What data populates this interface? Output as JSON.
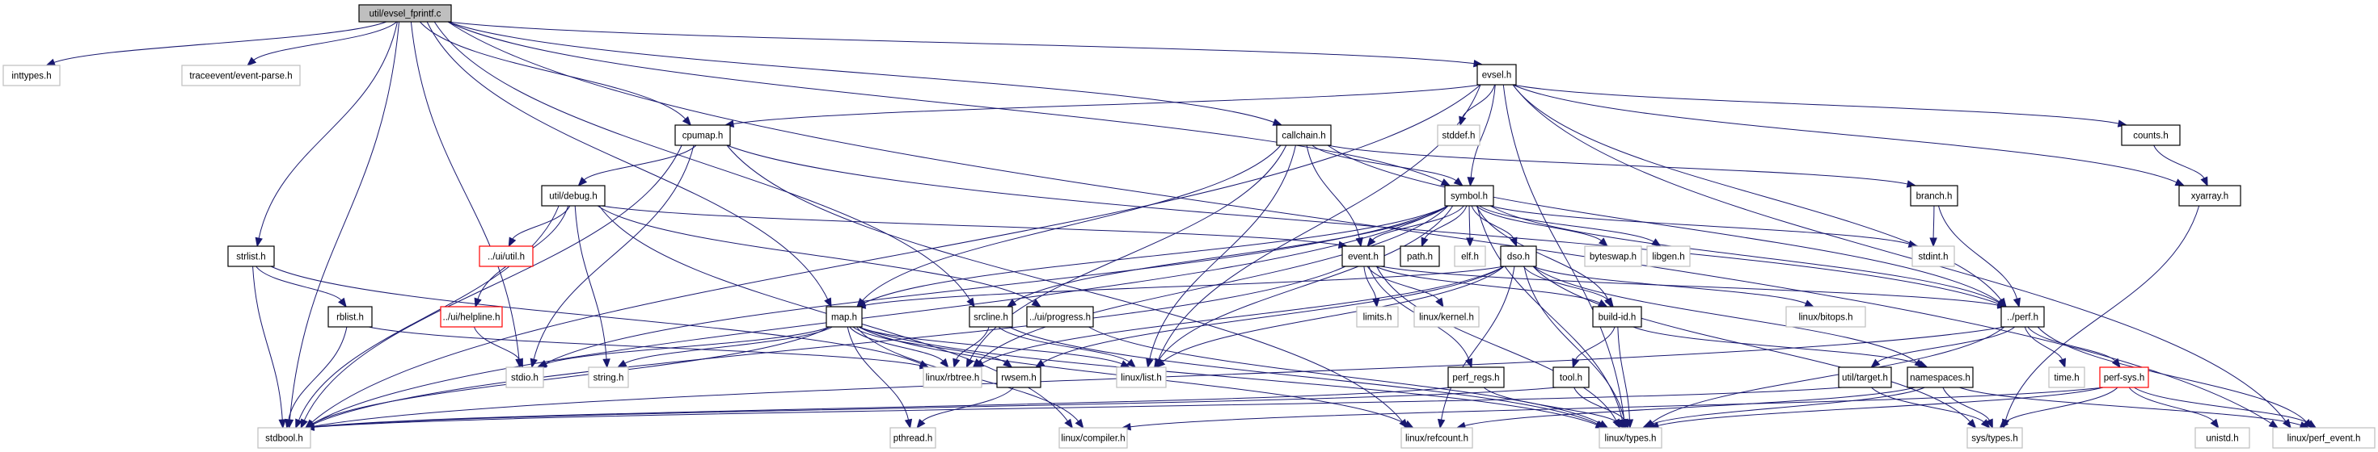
{
  "title": "util/evsel_fprintf.c",
  "colors": {
    "edge": "#191970",
    "root_fill": "#bfbfbf",
    "documented_border": "#000000",
    "external_border": "#bfbfbf",
    "missing_border": "#ff0000"
  },
  "nodes": [
    {
      "id": "root",
      "label": "util/evsel_fprintf.c",
      "kind": "root"
    },
    {
      "id": "inttypes",
      "label": "inttypes.h",
      "kind": "external"
    },
    {
      "id": "traceevent",
      "label": "traceevent/event-parse.h",
      "kind": "external"
    },
    {
      "id": "evsel",
      "label": "evsel.h",
      "kind": "documented"
    },
    {
      "id": "stddef",
      "label": "stddef.h",
      "kind": "external"
    },
    {
      "id": "cpumap",
      "label": "cpumap.h",
      "kind": "documented"
    },
    {
      "id": "callchain",
      "label": "callchain.h",
      "kind": "documented"
    },
    {
      "id": "counts",
      "label": "counts.h",
      "kind": "documented"
    },
    {
      "id": "xyarray",
      "label": "xyarray.h",
      "kind": "documented"
    },
    {
      "id": "utildebug",
      "label": "util/debug.h",
      "kind": "documented"
    },
    {
      "id": "symbol",
      "label": "symbol.h",
      "kind": "documented"
    },
    {
      "id": "branch",
      "label": "branch.h",
      "kind": "documented"
    },
    {
      "id": "strlist",
      "label": "strlist.h",
      "kind": "documented"
    },
    {
      "id": "uiutil",
      "label": "../ui/util.h",
      "kind": "missing"
    },
    {
      "id": "event",
      "label": "event.h",
      "kind": "documented"
    },
    {
      "id": "path",
      "label": "path.h",
      "kind": "documented"
    },
    {
      "id": "elf",
      "label": "elf.h",
      "kind": "external"
    },
    {
      "id": "dso",
      "label": "dso.h",
      "kind": "documented"
    },
    {
      "id": "byteswap",
      "label": "byteswap.h",
      "kind": "external"
    },
    {
      "id": "libgen",
      "label": "libgen.h",
      "kind": "external"
    },
    {
      "id": "stdint",
      "label": "stdint.h",
      "kind": "external"
    },
    {
      "id": "rblist",
      "label": "rblist.h",
      "kind": "documented"
    },
    {
      "id": "helpline",
      "label": "../ui/helpline.h",
      "kind": "missing"
    },
    {
      "id": "map",
      "label": "map.h",
      "kind": "documented"
    },
    {
      "id": "srcline",
      "label": "srcline.h",
      "kind": "documented"
    },
    {
      "id": "progress",
      "label": "../ui/progress.h",
      "kind": "documented"
    },
    {
      "id": "limits",
      "label": "limits.h",
      "kind": "external"
    },
    {
      "id": "kernel",
      "label": "linux/kernel.h",
      "kind": "external"
    },
    {
      "id": "buildid",
      "label": "build-id.h",
      "kind": "documented"
    },
    {
      "id": "bitops",
      "label": "linux/bitops.h",
      "kind": "external"
    },
    {
      "id": "perf",
      "label": "../perf.h",
      "kind": "documented"
    },
    {
      "id": "stdio",
      "label": "stdio.h",
      "kind": "external"
    },
    {
      "id": "string",
      "label": "string.h",
      "kind": "external"
    },
    {
      "id": "rbtree",
      "label": "linux/rbtree.h",
      "kind": "external"
    },
    {
      "id": "rwsem",
      "label": "rwsem.h",
      "kind": "documented"
    },
    {
      "id": "list",
      "label": "linux/list.h",
      "kind": "external"
    },
    {
      "id": "perfregs",
      "label": "perf_regs.h",
      "kind": "documented"
    },
    {
      "id": "tool",
      "label": "tool.h",
      "kind": "documented"
    },
    {
      "id": "target",
      "label": "util/target.h",
      "kind": "documented"
    },
    {
      "id": "namespaces",
      "label": "namespaces.h",
      "kind": "documented"
    },
    {
      "id": "time",
      "label": "time.h",
      "kind": "external"
    },
    {
      "id": "perfsys",
      "label": "perf-sys.h",
      "kind": "missing"
    },
    {
      "id": "stdbool",
      "label": "stdbool.h",
      "kind": "external"
    },
    {
      "id": "pthread",
      "label": "pthread.h",
      "kind": "external"
    },
    {
      "id": "compiler",
      "label": "linux/compiler.h",
      "kind": "external"
    },
    {
      "id": "refcount",
      "label": "linux/refcount.h",
      "kind": "external"
    },
    {
      "id": "types",
      "label": "linux/types.h",
      "kind": "external"
    },
    {
      "id": "systypes",
      "label": "sys/types.h",
      "kind": "external"
    },
    {
      "id": "unistd",
      "label": "unistd.h",
      "kind": "external"
    },
    {
      "id": "perfevent",
      "label": "linux/perf_event.h",
      "kind": "external"
    }
  ],
  "edges": [
    [
      "root",
      "inttypes"
    ],
    [
      "root",
      "traceevent"
    ],
    [
      "root",
      "evsel"
    ],
    [
      "root",
      "callchain"
    ],
    [
      "root",
      "cpumap"
    ],
    [
      "root",
      "strlist"
    ],
    [
      "root",
      "stdbool"
    ],
    [
      "root",
      "stdio"
    ],
    [
      "root",
      "map"
    ],
    [
      "root",
      "srcline"
    ],
    [
      "root",
      "symbol"
    ],
    [
      "root",
      "perfevent"
    ],
    [
      "evsel",
      "stddef"
    ],
    [
      "evsel",
      "symbol"
    ],
    [
      "evsel",
      "cpumap"
    ],
    [
      "evsel",
      "counts"
    ],
    [
      "evsel",
      "xyarray"
    ],
    [
      "evsel",
      "perf"
    ],
    [
      "evsel",
      "types"
    ],
    [
      "evsel",
      "list"
    ],
    [
      "evsel",
      "stdbool"
    ],
    [
      "evsel",
      "perfevent"
    ],
    [
      "cpumap",
      "utildebug"
    ],
    [
      "cpumap",
      "stdio"
    ],
    [
      "cpumap",
      "refcount"
    ],
    [
      "cpumap",
      "perf"
    ],
    [
      "cpumap",
      "stdbool"
    ],
    [
      "callchain",
      "symbol"
    ],
    [
      "callchain",
      "event"
    ],
    [
      "callchain",
      "map"
    ],
    [
      "callchain",
      "list"
    ],
    [
      "callchain",
      "rbtree"
    ],
    [
      "callchain",
      "branch"
    ],
    [
      "callchain",
      "perf"
    ],
    [
      "counts",
      "xyarray"
    ],
    [
      "xyarray",
      "systypes"
    ],
    [
      "utildebug",
      "uiutil"
    ],
    [
      "utildebug",
      "helpline"
    ],
    [
      "utildebug",
      "string"
    ],
    [
      "utildebug",
      "event"
    ],
    [
      "utildebug",
      "progress"
    ],
    [
      "utildebug",
      "stdbool"
    ],
    [
      "utildebug",
      "compiler"
    ],
    [
      "symbol",
      "event"
    ],
    [
      "symbol",
      "path"
    ],
    [
      "symbol",
      "elf"
    ],
    [
      "symbol",
      "dso"
    ],
    [
      "symbol",
      "byteswap"
    ],
    [
      "symbol",
      "libgen"
    ],
    [
      "symbol",
      "stdint"
    ],
    [
      "symbol",
      "buildid"
    ],
    [
      "symbol",
      "map"
    ],
    [
      "symbol",
      "rbtree"
    ],
    [
      "symbol",
      "list"
    ],
    [
      "symbol",
      "stdio"
    ],
    [
      "symbol",
      "stdbool"
    ],
    [
      "symbol",
      "perf"
    ],
    [
      "symbol",
      "types"
    ],
    [
      "symbol",
      "srcline"
    ],
    [
      "branch",
      "stdint"
    ],
    [
      "branch",
      "perf"
    ],
    [
      "strlist",
      "rblist"
    ],
    [
      "strlist",
      "stdbool"
    ],
    [
      "strlist",
      "rbtree"
    ],
    [
      "rblist",
      "stdbool"
    ],
    [
      "rblist",
      "rbtree"
    ],
    [
      "helpline",
      "stdio"
    ],
    [
      "event",
      "limits"
    ],
    [
      "event",
      "kernel"
    ],
    [
      "event",
      "buildid"
    ],
    [
      "event",
      "perfregs"
    ],
    [
      "event",
      "perf"
    ],
    [
      "event",
      "stdbool"
    ],
    [
      "event",
      "types"
    ],
    [
      "dso",
      "buildid"
    ],
    [
      "dso",
      "bitops"
    ],
    [
      "dso",
      "map"
    ],
    [
      "dso",
      "rbtree"
    ],
    [
      "dso",
      "list"
    ],
    [
      "dso",
      "namespaces"
    ],
    [
      "dso",
      "refcount"
    ],
    [
      "dso",
      "types"
    ],
    [
      "dso",
      "systypes"
    ],
    [
      "dso",
      "rwsem"
    ],
    [
      "map",
      "stdio"
    ],
    [
      "map",
      "string"
    ],
    [
      "map",
      "rbtree"
    ],
    [
      "map",
      "rwsem"
    ],
    [
      "map",
      "list"
    ],
    [
      "map",
      "pthread"
    ],
    [
      "map",
      "compiler"
    ],
    [
      "map",
      "refcount"
    ],
    [
      "map",
      "types"
    ],
    [
      "map",
      "stdbool"
    ],
    [
      "srcline",
      "rbtree"
    ],
    [
      "srcline",
      "list"
    ],
    [
      "srcline",
      "types"
    ],
    [
      "progress",
      "types"
    ],
    [
      "buildid",
      "tool"
    ],
    [
      "buildid",
      "types"
    ],
    [
      "buildid",
      "namespaces"
    ],
    [
      "perf",
      "target"
    ],
    [
      "perf",
      "time"
    ],
    [
      "perf",
      "perfsys"
    ],
    [
      "perf",
      "perfevent"
    ],
    [
      "perf",
      "types"
    ],
    [
      "perf",
      "stdbool"
    ],
    [
      "rwsem",
      "pthread"
    ],
    [
      "perfregs",
      "types"
    ],
    [
      "perfregs",
      "stdbool"
    ],
    [
      "tool",
      "types"
    ],
    [
      "tool",
      "stdbool"
    ],
    [
      "target",
      "systypes"
    ],
    [
      "target",
      "stdbool"
    ],
    [
      "namespaces",
      "systypes"
    ],
    [
      "namespaces",
      "types"
    ],
    [
      "namespaces",
      "refcount"
    ],
    [
      "namespaces",
      "perfevent"
    ],
    [
      "perfsys",
      "unistd"
    ],
    [
      "perfsys",
      "systypes"
    ],
    [
      "perfsys",
      "types"
    ],
    [
      "perfsys",
      "perfevent"
    ],
    [
      "perfsys",
      "compiler"
    ]
  ]
}
